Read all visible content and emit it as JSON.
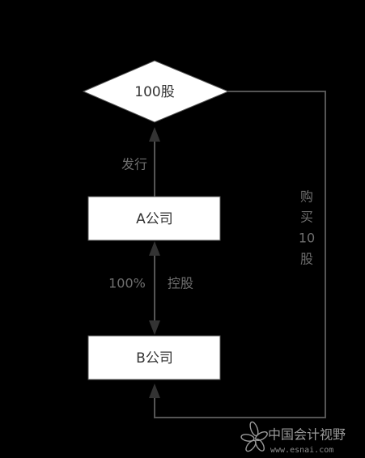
{
  "nodes": {
    "shares": {
      "label": "100股"
    },
    "company_a": {
      "label": "A公司"
    },
    "company_b": {
      "label": "B公司"
    }
  },
  "edges": {
    "issue": {
      "label": "发行"
    },
    "control": {
      "percent": "100%",
      "label": "控股"
    },
    "purchase": {
      "label_chars": [
        "购",
        "买",
        "10",
        "股"
      ]
    }
  },
  "watermark": {
    "name": "中国会计视野",
    "url": "www.esnai.com"
  },
  "colors": {
    "background": "#000000",
    "node_fill": "#ffffff",
    "line": "#555555",
    "arrow": "#333333",
    "edge_text": "#6e6e6e"
  }
}
